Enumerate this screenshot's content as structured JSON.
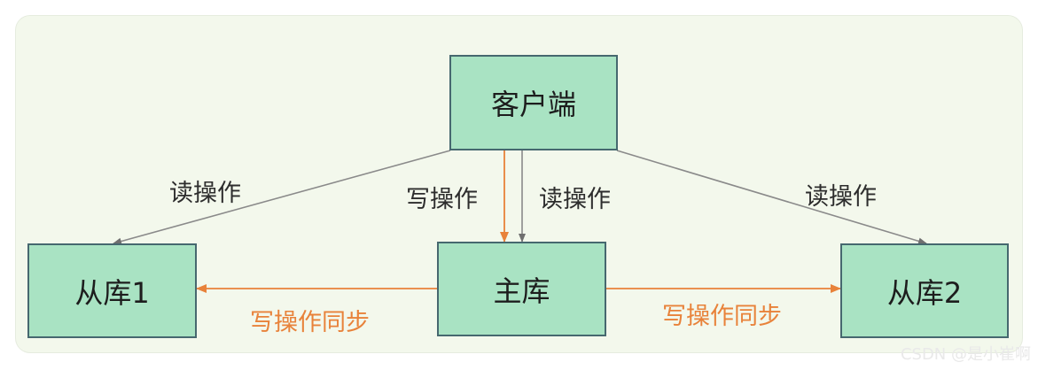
{
  "nodes": {
    "client": "客户端",
    "master": "主库",
    "replica1": "从库1",
    "replica2": "从库2"
  },
  "edges": {
    "read_left": "读操作",
    "write_center": "写操作",
    "read_center": "读操作",
    "read_right": "读操作",
    "sync_left": "写操作同步",
    "sync_right": "写操作同步"
  },
  "watermark": "CSDN @是小崔啊",
  "colors": {
    "panel": "#f3f8ec",
    "box_fill": "#a9e3c3",
    "box_border": "#46686f",
    "read_line": "#8a8a8a",
    "write_line": "#e8823a"
  }
}
